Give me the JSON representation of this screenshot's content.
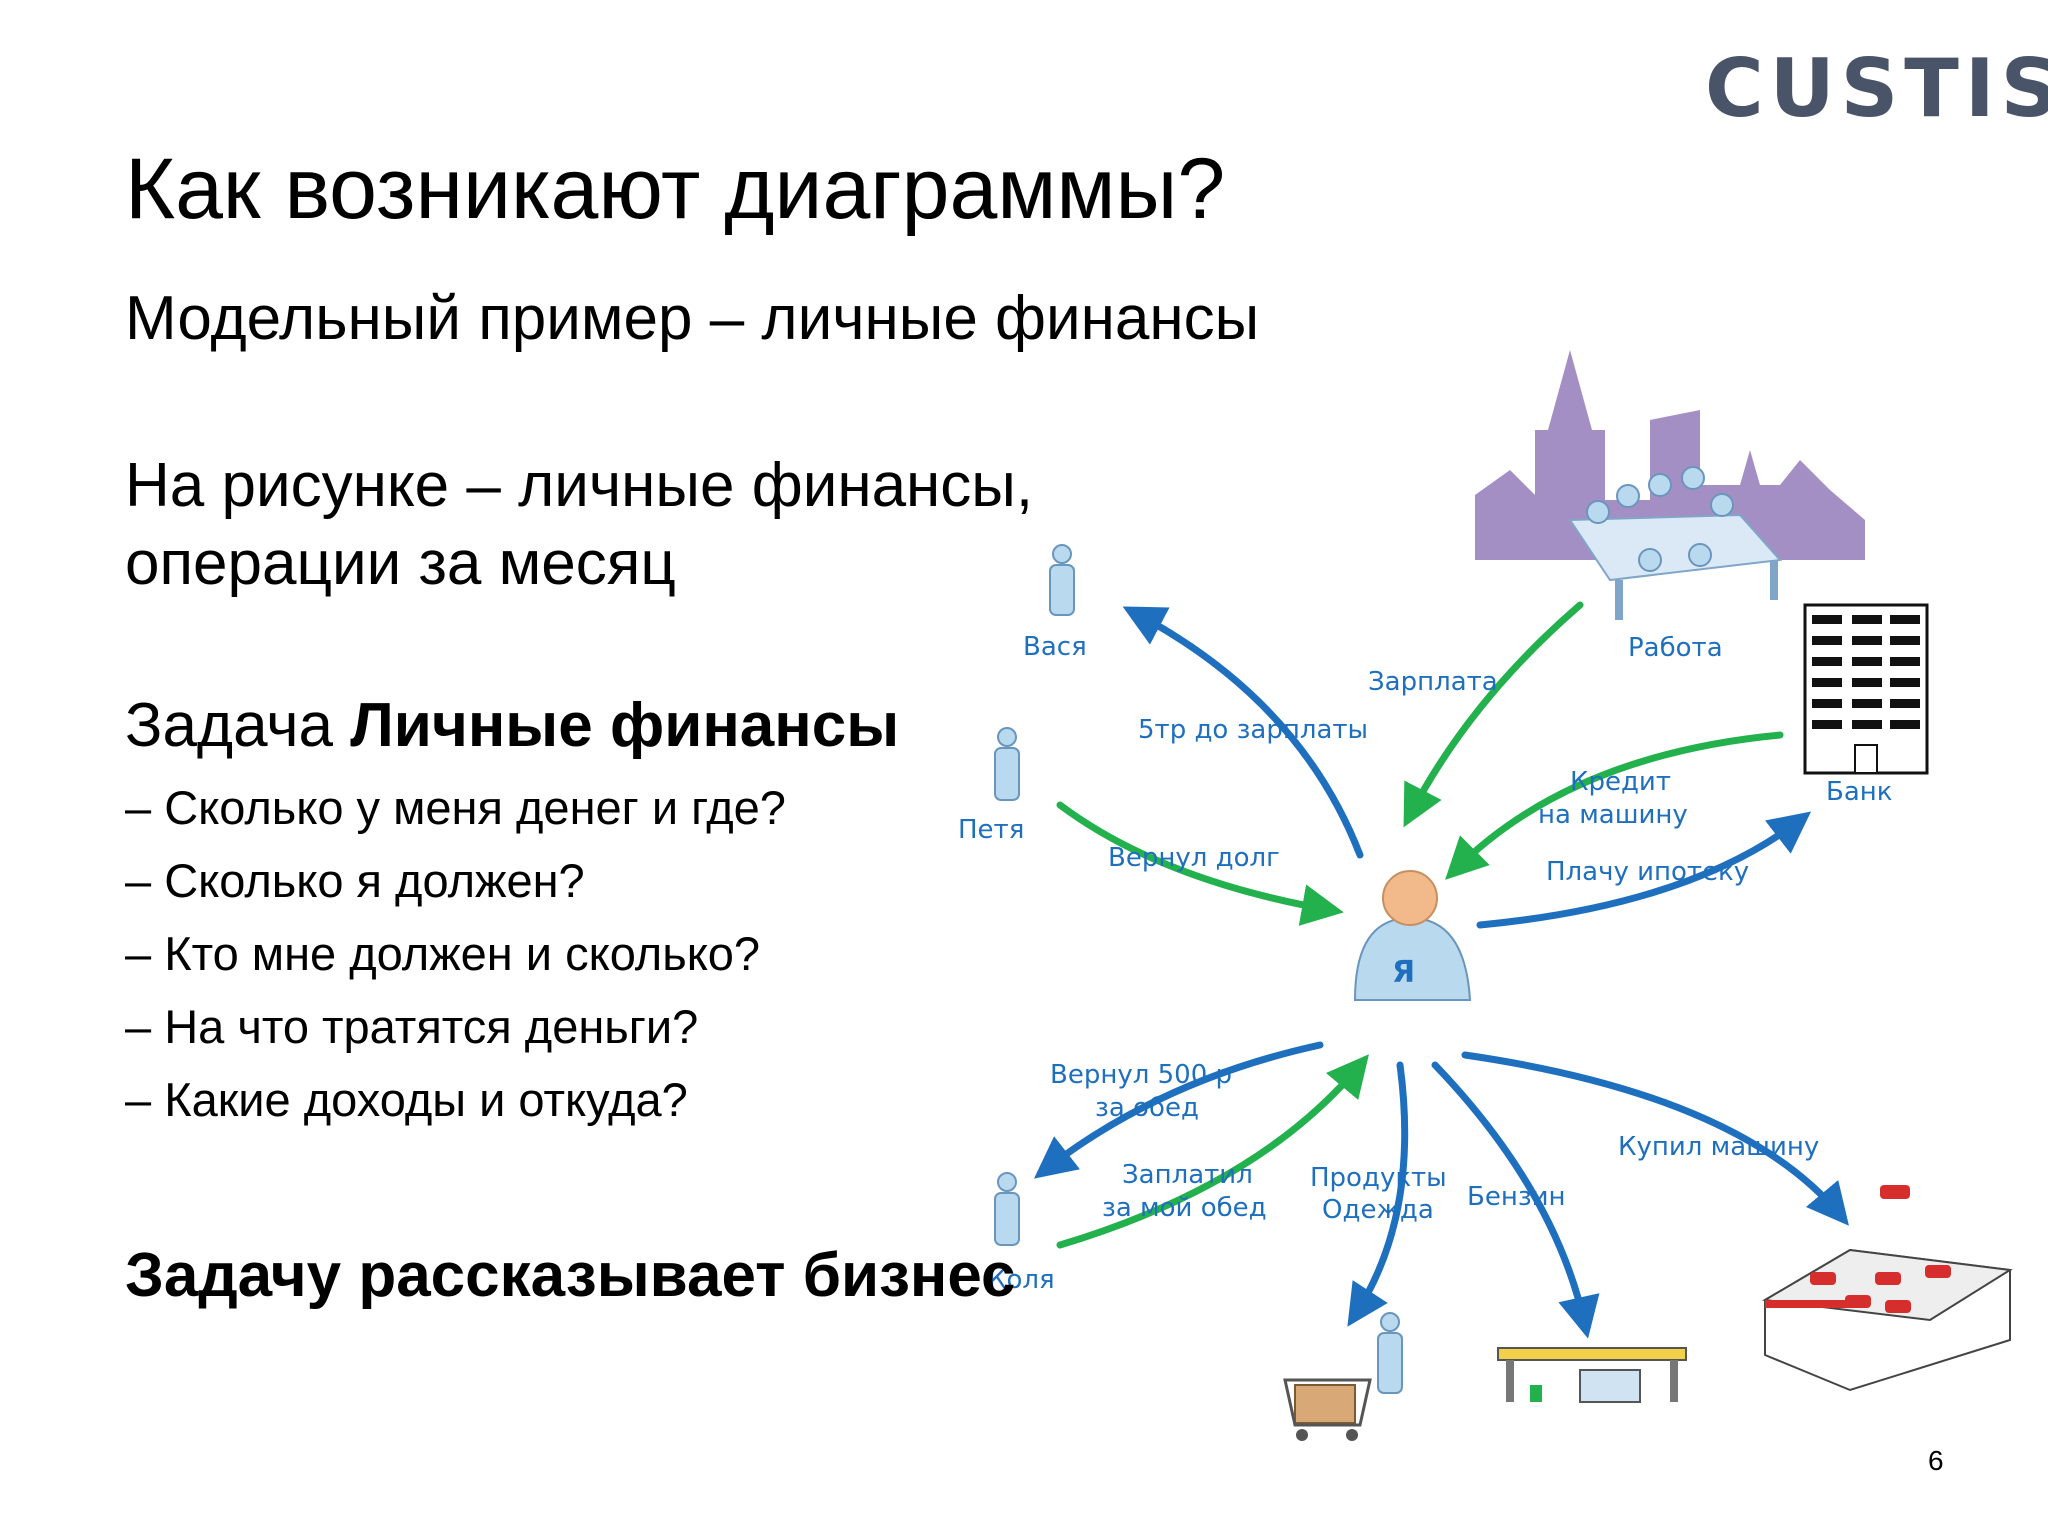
{
  "logo": {
    "text": "CUSTIS",
    "mark": "®"
  },
  "title": "Как возникают диаграммы?",
  "subtitle": "Модельный пример – личные финансы",
  "description": {
    "line1": "На рисунке – личные финансы,",
    "line2": "операции за месяц"
  },
  "task": {
    "prefix": "Задача",
    "name": "Личные финансы"
  },
  "questions": [
    "– Сколько у меня денег и где?",
    "– Сколько я должен?",
    "– Кто мне должен и сколько?",
    "– На что тратятся деньги?",
    "– Какие доходы и откуда?"
  ],
  "footer": "Задачу рассказывает бизнес",
  "page_number": "6",
  "diagram": {
    "center": "Я",
    "nodes": {
      "vasya": "Вася",
      "petya": "Петя",
      "kolya": "Коля",
      "work": "Работа",
      "bank": "Банк"
    },
    "flows": {
      "salary": "Зарплата",
      "loan_vasya": "5тр до зарплаты",
      "returned_debt": "Вернул долг",
      "credit_1": "Кредит",
      "credit_2": "на машину",
      "mortgage": "Плачу ипотеку",
      "returned_500_1": "Вернул 500 р",
      "returned_500_2": "за обед",
      "paid_lunch_1": "Заплатил",
      "paid_lunch_2": "за мой обед",
      "groceries_1": "Продукты",
      "groceries_2": "Одежда",
      "fuel": "Бензин",
      "car": "Купил машину"
    },
    "colors": {
      "outflow": "#1f6fbf",
      "inflow": "#22b14c",
      "label": "#1f6fbf",
      "city": "#a48fc4",
      "center": "#b9d9ef",
      "head": "#f2b98a"
    }
  }
}
